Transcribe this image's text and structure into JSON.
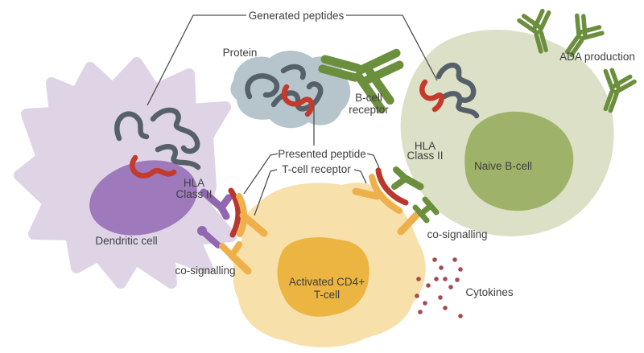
{
  "labels": {
    "generated_peptides": "Generated peptides",
    "protein": "Protein",
    "bcell_receptor_1": "B-cell",
    "bcell_receptor_2": "receptor",
    "ada_production": "ADA production",
    "hla_left_1": "HLA",
    "hla_left_2": "Class II",
    "hla_right_1": "HLA",
    "hla_right_2": "Class II",
    "dendritic_cell": "Dendritic cell",
    "presented_peptide": "Presented peptide",
    "tcell_receptor": "T-cell receptor",
    "naive_bcell": "Naive B-cell",
    "co_signalling_left": "co-signalling",
    "co_signalling_right": "co-signalling",
    "activated_cd4_1": "Activated CD4+",
    "activated_cd4_2": "T-cell",
    "cytokines": "Cytokines"
  },
  "colors": {
    "background": "#ffffff",
    "dendritic_body": "#ded4e6",
    "dendritic_nucleus": "#9e79bc",
    "receptor_purple": "#9267b2",
    "protein_blob": "#b6c4cb",
    "squiggle_gray": "#566069",
    "peptide_red": "#c43a2c",
    "bcell_body": "#dbe0c6",
    "bcell_nucleus": "#9fb269",
    "antibody_green": "#6b8f3d",
    "tcell_body": "#f8e0ab",
    "tcell_nucleus": "#ecb440",
    "receptor_orange": "#eeb04b",
    "cytokine_dot": "#a64a52",
    "label_text": "#3f3f3f",
    "connector_line": "#4f4f4f"
  }
}
